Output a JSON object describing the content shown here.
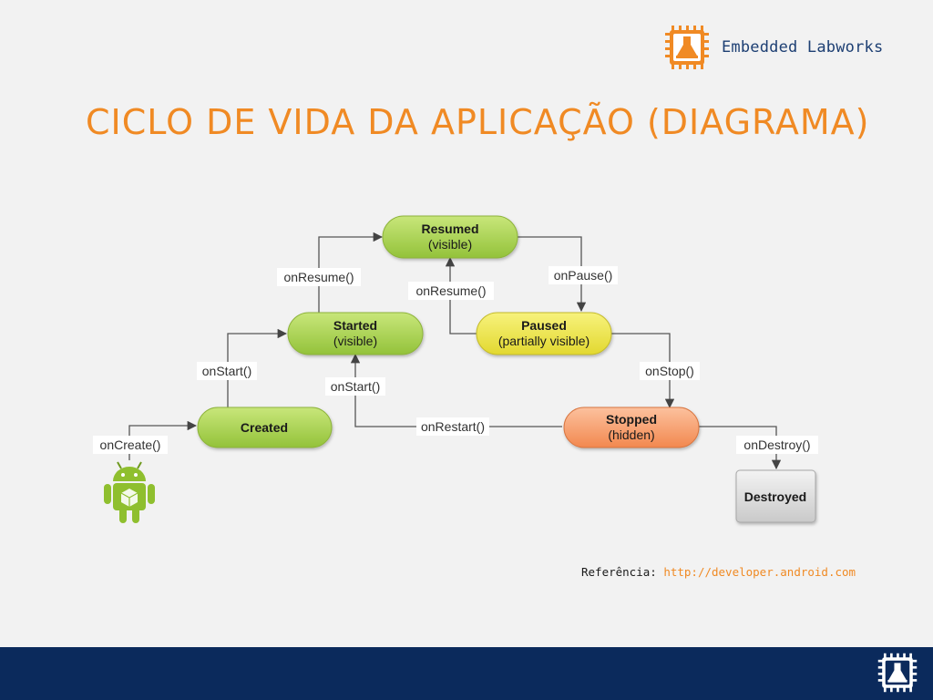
{
  "brand": {
    "name": "Embedded Labworks",
    "logo_icon": "flask-chip-icon"
  },
  "page": {
    "title": "CICLO DE VIDA DA APLICAÇÃO (DIAGRAMA)"
  },
  "colors": {
    "title": "#f08a24",
    "brand_text": "#1d3f73",
    "footer_bar": "#0b2a5c",
    "state_green": "#a9d44a",
    "state_yellow": "#eee64a",
    "state_orange": "#f7a070",
    "state_gray": "#dcdcdc"
  },
  "diagram": {
    "states": {
      "resumed": {
        "title": "Resumed",
        "subtitle": "(visible)"
      },
      "started": {
        "title": "Started",
        "subtitle": "(visible)"
      },
      "paused": {
        "title": "Paused",
        "subtitle": "(partially visible)"
      },
      "created": {
        "title": "Created"
      },
      "stopped": {
        "title": "Stopped",
        "subtitle": "(hidden)"
      },
      "destroyed": {
        "title": "Destroyed"
      }
    },
    "transitions": {
      "on_create": "onCreate()",
      "on_start_created": "onStart()",
      "on_resume_started": "onResume()",
      "on_resume_paused": "onResume()",
      "on_pause": "onPause()",
      "on_stop": "onStop()",
      "on_start_restart": "onStart()",
      "on_restart": "onRestart()",
      "on_destroy": "onDestroy()"
    },
    "start_icon": "android-robot-icon"
  },
  "reference": {
    "label": "Referência:",
    "link": "http://developer.android.com"
  },
  "footer": {
    "logo_icon": "flask-chip-icon"
  }
}
